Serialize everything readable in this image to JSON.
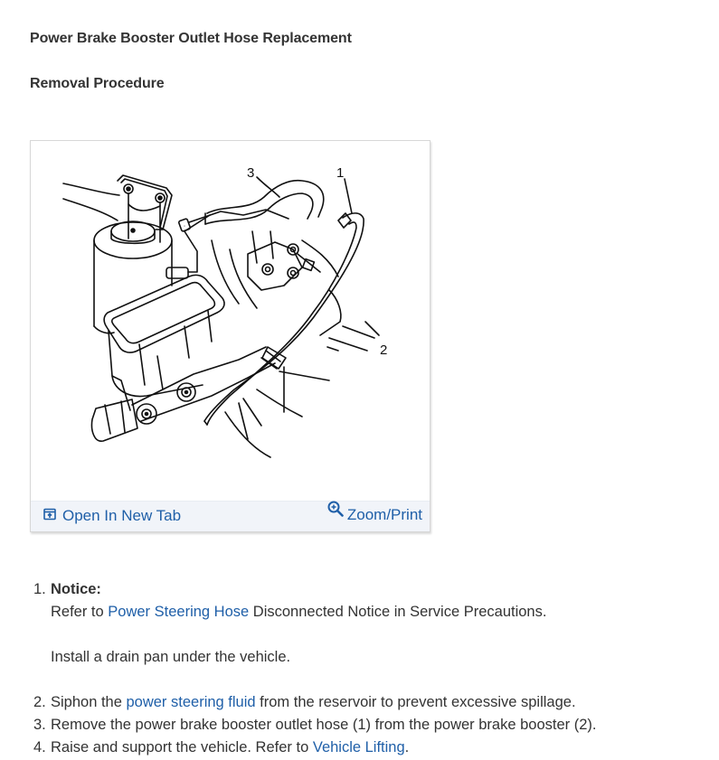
{
  "header": {
    "title": "Power Brake Booster Outlet Hose Replacement",
    "subtitle": "Removal Procedure"
  },
  "figure": {
    "callouts": [
      "1",
      "2",
      "3"
    ],
    "callout_meanings": {
      "1": "power brake booster outlet hose",
      "2": "power brake booster",
      "3": "hose"
    },
    "footer": {
      "open_tab_label": "Open In New Tab",
      "open_tab_icon": "open-in-new-tab-icon",
      "zoom_print_label": "Zoom/Print",
      "zoom_print_icon": "zoom-in-icon"
    }
  },
  "colors": {
    "text": "#333333",
    "link": "#1f5fa8",
    "footer_bg": "#f1f4f9",
    "frame_border": "#d7d7d7"
  },
  "steps": [
    {
      "number": "1.",
      "notice_label": "Notice:",
      "notice_before": "Refer to ",
      "notice_link": "Power Steering Hose",
      "notice_after": " Disconnected Notice in Service Precautions.",
      "text": "Install a drain pan under the vehicle."
    },
    {
      "number": "2.",
      "before": "Siphon the ",
      "link": "power steering fluid",
      "after": " from the reservoir to prevent excessive spillage."
    },
    {
      "number": "3.",
      "text": "Remove the power brake booster outlet hose (1) from the power brake booster (2)."
    },
    {
      "number": "4.",
      "before": "Raise and support the vehicle. Refer to ",
      "link": "Vehicle Lifting",
      "after": "."
    }
  ]
}
